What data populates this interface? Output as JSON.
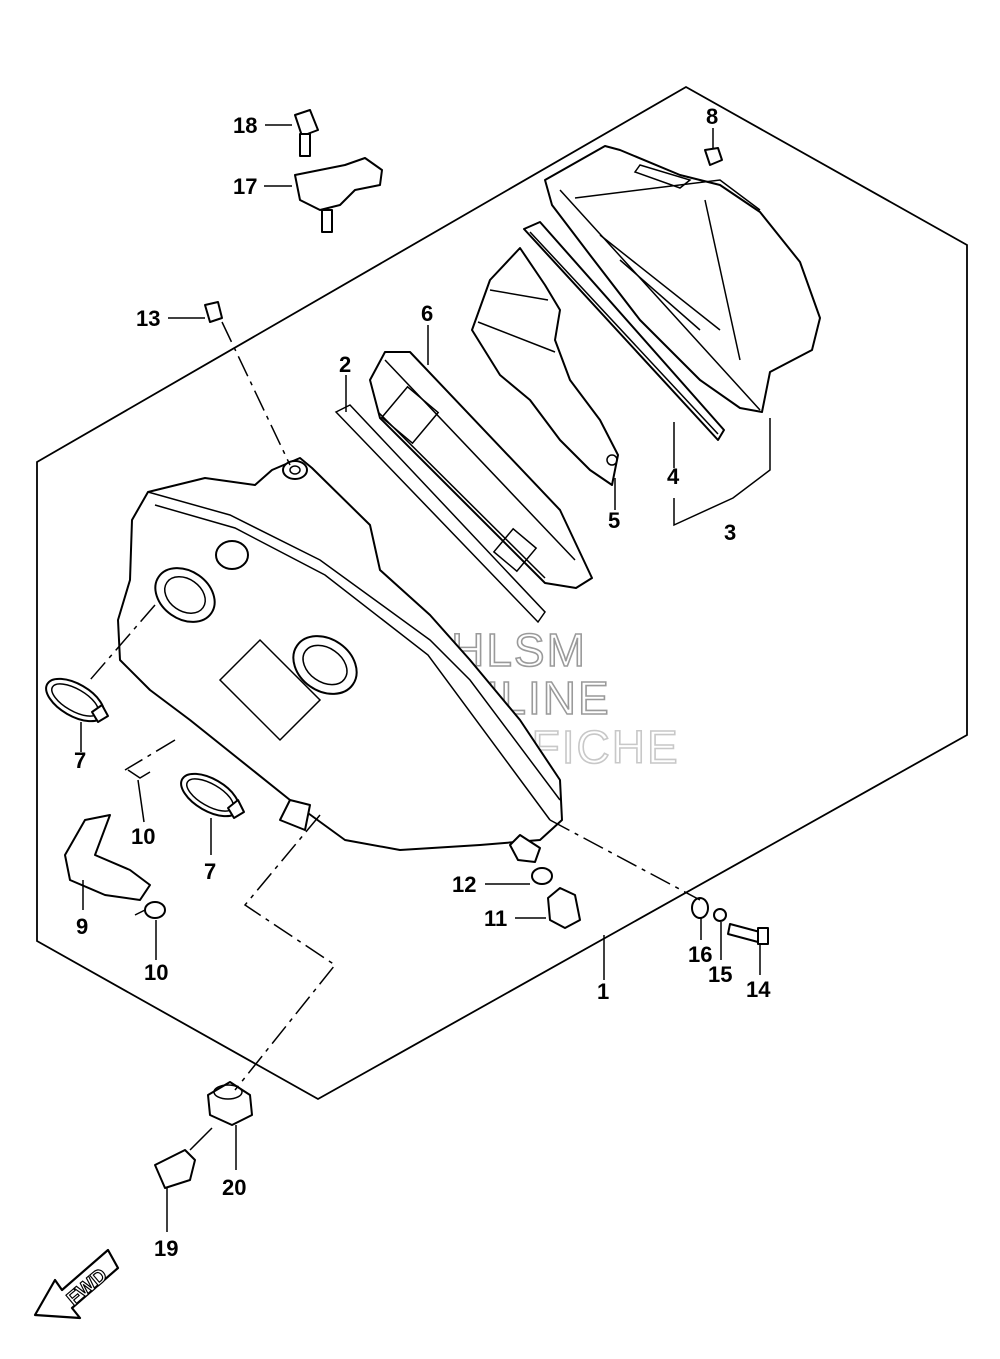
{
  "callouts": {
    "c1": "1",
    "c2": "2",
    "c3": "3",
    "c4": "4",
    "c5": "5",
    "c6": "6",
    "c7a": "7",
    "c7b": "7",
    "c8": "8",
    "c9": "9",
    "c10a": "10",
    "c10b": "10",
    "c11": "11",
    "c12": "12",
    "c13": "13",
    "c14": "14",
    "c15": "15",
    "c16": "16",
    "c17": "17",
    "c18": "18",
    "c19": "19",
    "c20": "20"
  },
  "watermark": {
    "line1": "HLSM",
    "line2": "ONLINE",
    "line3": "MICROFICHE"
  },
  "fwd_label": "FWD"
}
